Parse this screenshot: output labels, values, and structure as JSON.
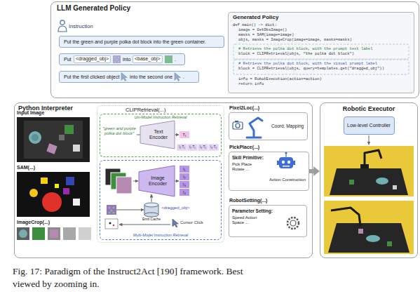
{
  "diagram": {
    "caption": "Fig. 17: Paradigm of the Instruct2Act [190] framework. Best viewed by zooming in.",
    "nodes": [
      {
        "text": [
          "LLM Generated Policy"
        ]
      },
      {
        "text": [
          "Put the green and purple polka dot block into the green container."
        ],
        "in": 0
      },
      {
        "text": [
          "Put",
          "<dragged_obj>",
          "into",
          "<base_obj>",
          "."
        ],
        "in": 0
      },
      {
        "text": [
          "Put the first clicked object",
          "into the second one",
          "."
        ],
        "in": 0
      },
      {
        "text": [
          "Generated Policy",
          "def main() -> dict:",
          "image = GetObsImage()",
          "masks = SAM(image=image)",
          "objs, masks = ImageCrop(image=image, masks=masks)",
          "# Retrieve the polka dot block, with the prompt text label",
          "block = CLIPRetrieval(objs, \"the polka dot block\")",
          "# Retrieve the polka dot block, with the visual prompt label",
          "block = CLIPRetrieval(objs, query=templates.get(\"dragged_obj\"))",
          "info = RobotExecution(action=action)",
          "return info"
        ],
        "in": 0
      },
      {
        "text": [
          "Python Interpreter"
        ]
      },
      {
        "text": [
          "CLIPRetrieval(...)"
        ],
        "in": 5
      },
      {
        "text": [
          "Uni-Model Instruction Retrieval"
        ],
        "in": 6
      },
      {
        "text": [
          "Text Encoder"
        ],
        "in": 7
      },
      {
        "text": [
          "Multi-Model Instruction Retrieval"
        ],
        "in": 6
      },
      {
        "text": [
          "Image Encoder"
        ],
        "in": 9
      },
      {
        "text": [
          "Pixel2Loc(...)",
          "Coord. Mapping"
        ],
        "in": 5
      },
      {
        "text": [
          "PickPlace(...)",
          "Skill Primitive:",
          "Pick Place Rotate ...",
          "Action Construction"
        ],
        "in": 5
      },
      {
        "text": [
          "RobotSetting(...)",
          "Parameter Setting:",
          "Speed Action Space ..."
        ],
        "in": 5
      },
      {
        "text": [
          "Robotic Executor"
        ]
      },
      {
        "text": [
          "Low-level Controller"
        ],
        "in": 14
      }
    ],
    "edges": [
      {
        "from": 12,
        "to": 14,
        "arrow": "to"
      }
    ],
    "labels": [
      "Instruction",
      "Input Image",
      "SAM(...)",
      "ImageCrop(...)",
      "\"green and purple polka dot block\"",
      "T₁",
      "I₁·T₁",
      "I₂·T₁",
      "I₃·T₁",
      "I₄·T₁",
      "I₁",
      "I₂",
      "I₃",
      "I₄",
      "<dragged_obj>",
      "Emb Cache",
      "Cursor Click"
    ]
  }
}
